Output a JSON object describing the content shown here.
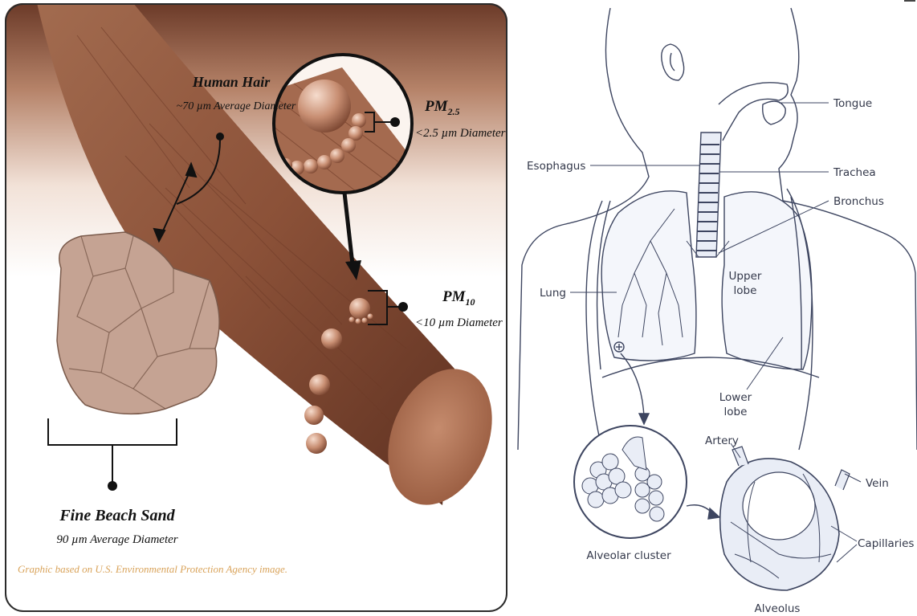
{
  "particle_panel": {
    "hair": {
      "title": "Human Hair",
      "subtitle": "~70 µm Average Diameter"
    },
    "pm25": {
      "title_main": "PM",
      "title_sub": "2.5",
      "subtitle": "<2.5 µm Diameter"
    },
    "pm10": {
      "title_main": "PM",
      "title_sub": "10",
      "subtitle": "<10 µm Diameter"
    },
    "sand": {
      "title": "Fine Beach Sand",
      "subtitle": "90 µm Average Diameter"
    },
    "credit": "Graphic based on U.S. Environmental Protection Agency image.",
    "colors": {
      "hair": "#8a5238",
      "bg_top": "#6e3d2b",
      "bg_bottom": "#ffffff",
      "credit": "#d9a35a"
    }
  },
  "anatomy_panel": {
    "labels": {
      "tongue": "Tongue",
      "esophagus": "Esophagus",
      "trachea": "Trachea",
      "bronchus": "Bronchus",
      "upper_lobe": "Upper\nlobe",
      "lung": "Lung",
      "lower_lobe": "Lower\nlobe",
      "artery": "Artery",
      "vein": "Vein",
      "capillaries": "Capillaries",
      "alveolar_cluster": "Alveolar cluster",
      "alveolus": "Alveolus"
    },
    "colors": {
      "line": "#3d4560",
      "fill": "#e9edf6",
      "lung": "#f4f6fb"
    }
  }
}
